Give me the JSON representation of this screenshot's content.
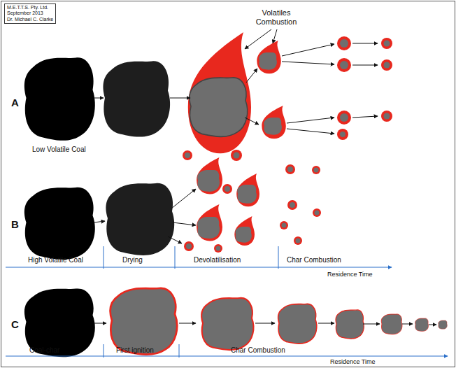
{
  "diagram": {
    "nodes": [
      {
        "text": [
          "M.E.T.T.S. Pty. Ltd.",
          "September 2013",
          "Dr. Michael C. Clarke"
        ]
      }
    ],
    "labels": [
      "Volatiles Combustion",
      "A",
      "Low Volatile Coal",
      "B",
      "High Volatile Coal",
      "Drying",
      "Devolatilisation",
      "Char Combustion",
      "Residence Time",
      "C",
      "Coal-char",
      "First ignition",
      "Char Combustion",
      "Residence Time"
    ]
  }
}
